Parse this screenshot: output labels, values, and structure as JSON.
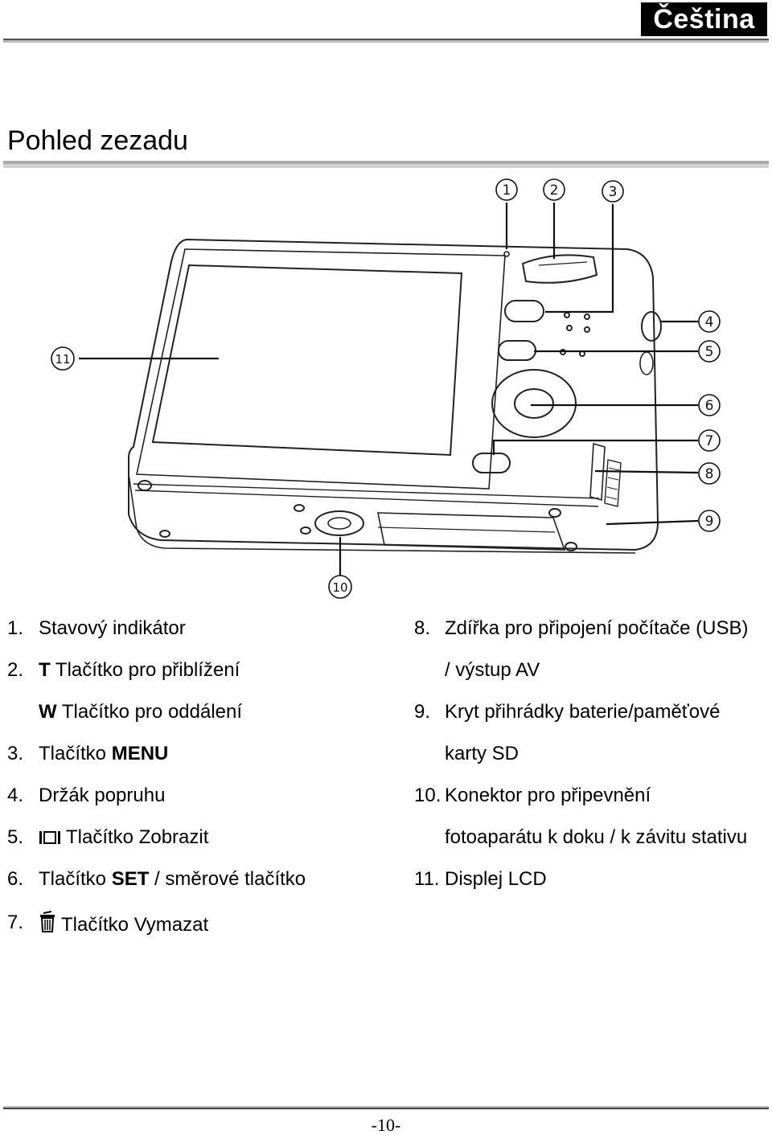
{
  "header": {
    "language": "Čeština"
  },
  "section": {
    "title": "Pohled zezadu"
  },
  "callouts": [
    "1",
    "2",
    "3",
    "4",
    "5",
    "6",
    "7",
    "8",
    "9",
    "10",
    "11"
  ],
  "legend_left": [
    {
      "num": "1.",
      "text": "Stavový indikátor"
    },
    {
      "num": "2.",
      "bold": "T",
      "text": " Tlačítko pro přiblížení"
    },
    {
      "num": "",
      "bold": "W",
      "text": " Tlačítko pro oddálení"
    },
    {
      "num": "3.",
      "text": "Tlačítko ",
      "bold_after": "MENU"
    },
    {
      "num": "4.",
      "text": "Držák popruhu"
    },
    {
      "num": "5.",
      "icon": "display-icon",
      "text": "Tlačítko Zobrazit"
    },
    {
      "num": "6.",
      "text": "Tlačítko ",
      "bold_after": "SET",
      "text_after": " / směrové tlačítko"
    },
    {
      "num": "7.",
      "icon": "trash-icon",
      "text": "Tlačítko Vymazat"
    }
  ],
  "legend_right": [
    {
      "num": "8.",
      "text": "Zdířka pro připojení počítače (USB)"
    },
    {
      "num": "",
      "text": "/ výstup AV"
    },
    {
      "num": "9.",
      "text": "Kryt přihrádky baterie/paměťové"
    },
    {
      "num": "",
      "text": "karty SD"
    },
    {
      "num": "10.",
      "text": "Konektor pro připevnění"
    },
    {
      "num": "",
      "text": "fotoaparátu k doku / k závitu stativu"
    },
    {
      "num": "11.",
      "text": "Displej LCD"
    }
  ],
  "footer": {
    "page_number": "-10-"
  }
}
